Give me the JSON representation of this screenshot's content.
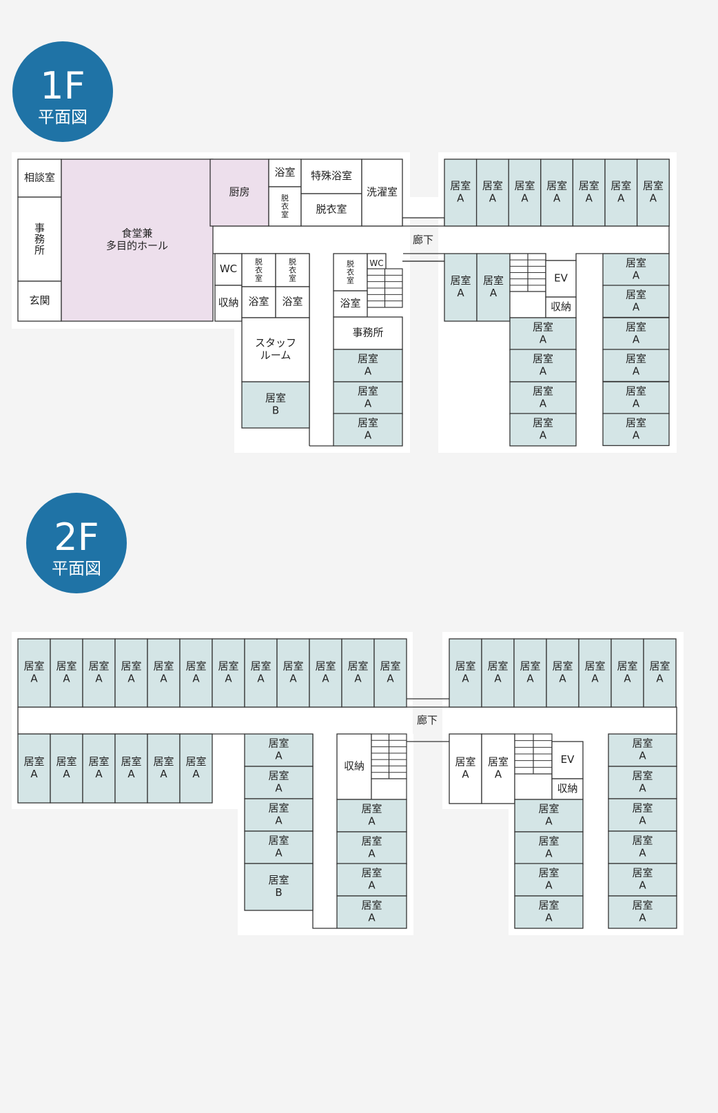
{
  "colors": {
    "background": "#f4f4f4",
    "badge": "#1f73a6",
    "badge_text": "#ffffff",
    "resident_room": "#d4e5e6",
    "hall": "#eddfec",
    "kitchen": "#eddfec",
    "plain_room": "#ffffff",
    "wall": "#333333"
  },
  "floor1": {
    "badge": {
      "number": "1F",
      "caption": "平面図"
    },
    "corridor": "廊下",
    "rooms": {
      "consultation": "相談室",
      "office_left": "事務所",
      "entrance": "玄関",
      "dining_hall": [
        "食堂兼",
        "多目的ホール"
      ],
      "kitchen": "厨房",
      "bath_small": "浴室",
      "changing_vertical": "脱衣室",
      "special_bath": "特殊浴室",
      "changing": "脱衣室",
      "laundry": "洗濯室",
      "wc": "WC",
      "storage": "収納",
      "changing_a": "脱衣室",
      "changing_b": "脱衣室",
      "bath_a": "浴室",
      "bath_b": "浴室",
      "staff_room": [
        "スタッフ",
        "ルーム"
      ],
      "room_b": [
        "居室",
        "B"
      ],
      "changing_c": "脱衣室",
      "wc_small": "WC",
      "bath_c": "浴室",
      "office_mid": "事務所",
      "ev": "EV",
      "ev_storage": "収納"
    },
    "room_a": [
      "居室",
      "A"
    ]
  },
  "floor2": {
    "badge": {
      "number": "2F",
      "caption": "平面図"
    },
    "corridor": "廊下",
    "rooms": {
      "storage_mid": "収納",
      "ev": "EV",
      "ev_storage": "収納",
      "room_b": [
        "居室",
        "B"
      ]
    },
    "room_a": [
      "居室",
      "A"
    ]
  }
}
